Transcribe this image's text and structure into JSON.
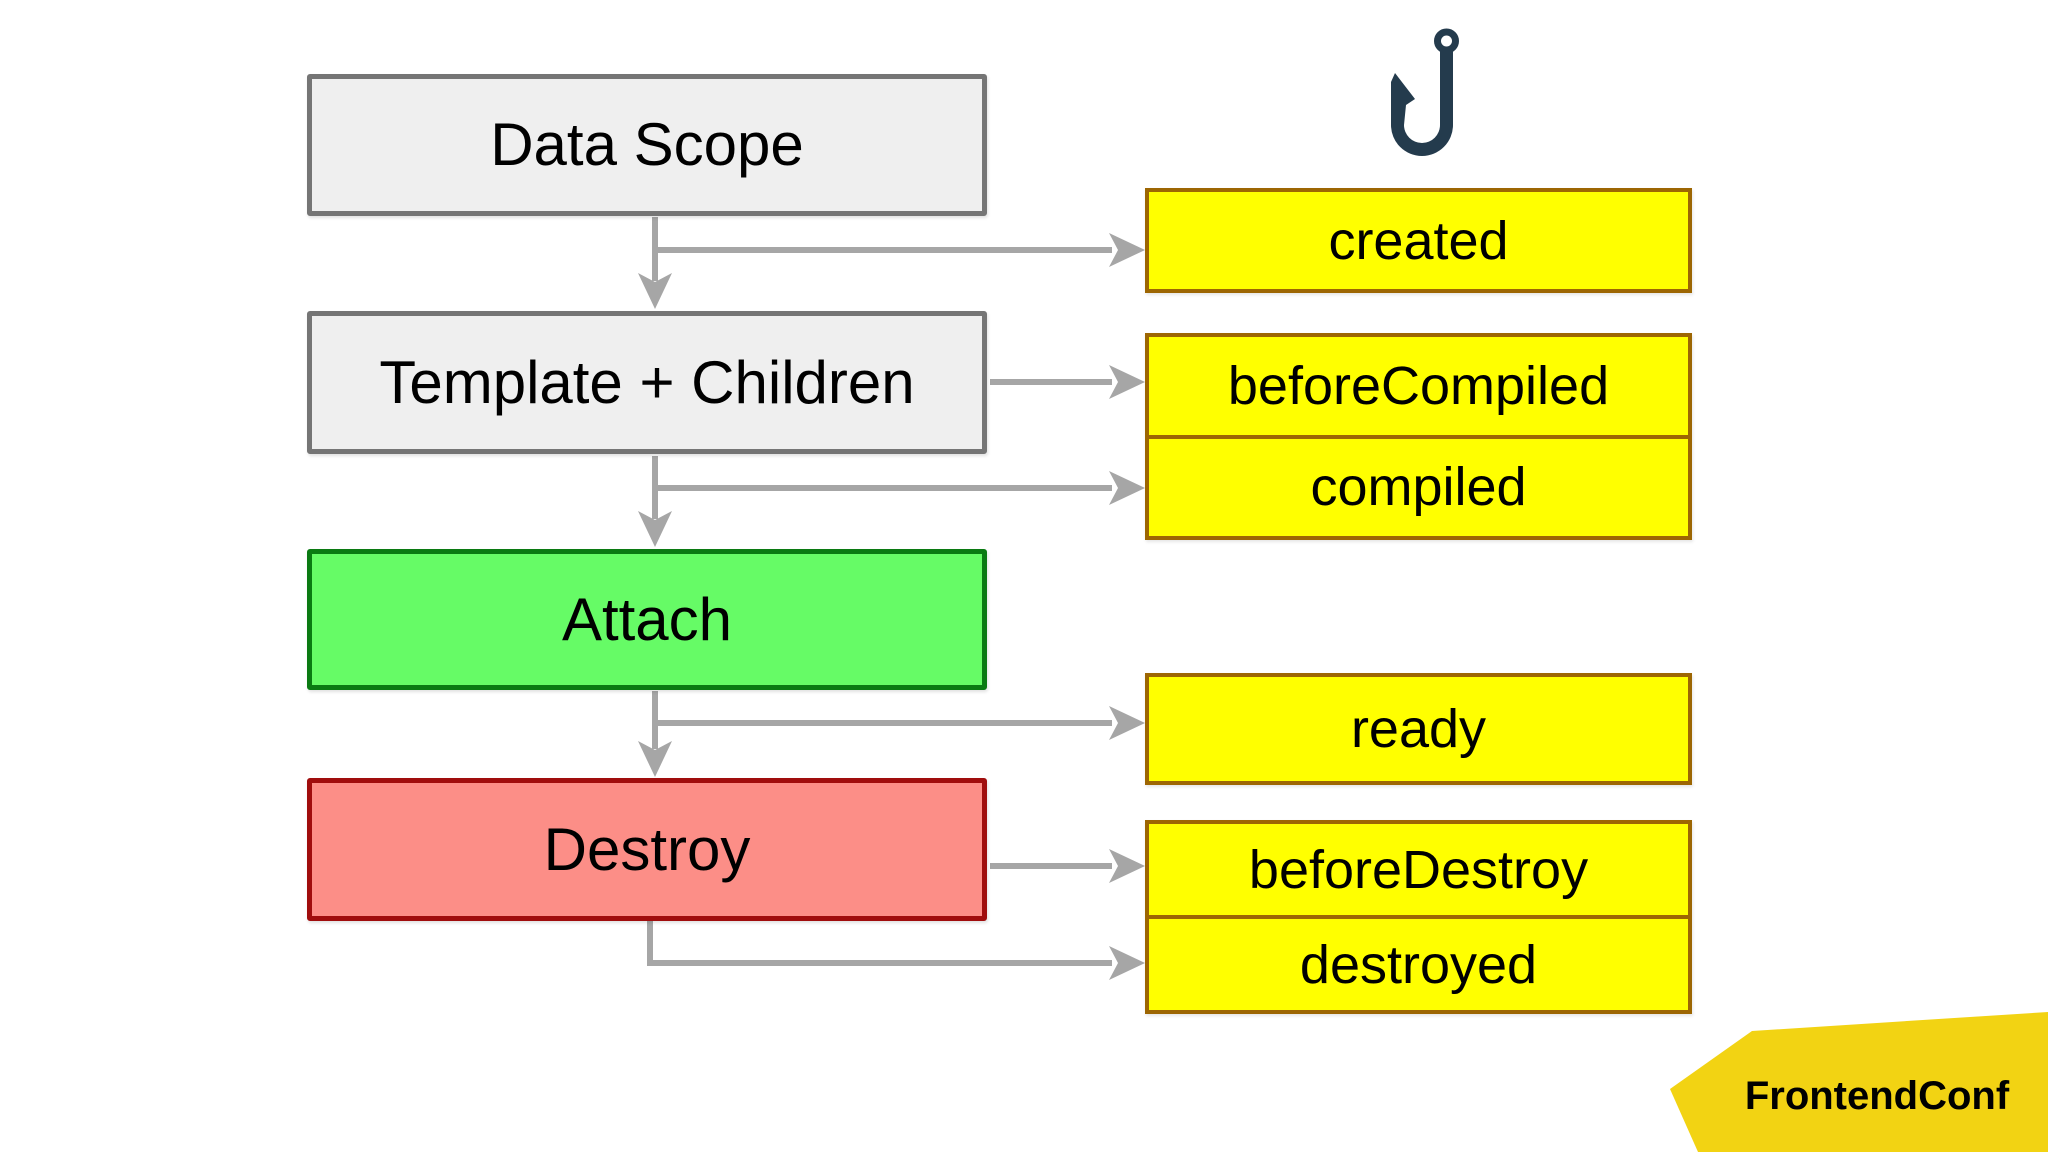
{
  "diagram": {
    "stages": [
      {
        "id": "data-scope",
        "label": "Data Scope",
        "kind": "neutral"
      },
      {
        "id": "template-children",
        "label": "Template + Children",
        "kind": "neutral"
      },
      {
        "id": "attach",
        "label": "Attach",
        "kind": "positive"
      },
      {
        "id": "destroy",
        "label": "Destroy",
        "kind": "negative"
      }
    ],
    "hooks": [
      {
        "id": "created",
        "label": "created"
      },
      {
        "id": "beforeCompiled",
        "label": "beforeCompiled"
      },
      {
        "id": "compiled",
        "label": "compiled"
      },
      {
        "id": "ready",
        "label": "ready"
      },
      {
        "id": "beforeDestroy",
        "label": "beforeDestroy"
      },
      {
        "id": "destroyed",
        "label": "destroyed"
      }
    ],
    "icons": {
      "hook": "fishing-hook-icon"
    }
  },
  "footer": {
    "brand": "FrontendConf"
  },
  "colors": {
    "text": "#000000",
    "stage-fill": "#efefef",
    "stage-border": "#757575",
    "green-fill": "#66fb66",
    "green-border": "#0a7a12",
    "red-fill": "#fc8e87",
    "red-border": "#a00d0d",
    "hook-fill": "#ffff00",
    "hook-border": "#9d6603",
    "arrow": "#a6a6a6",
    "hook-icon": "#243b4d",
    "brand-bg": "#f2d313"
  }
}
